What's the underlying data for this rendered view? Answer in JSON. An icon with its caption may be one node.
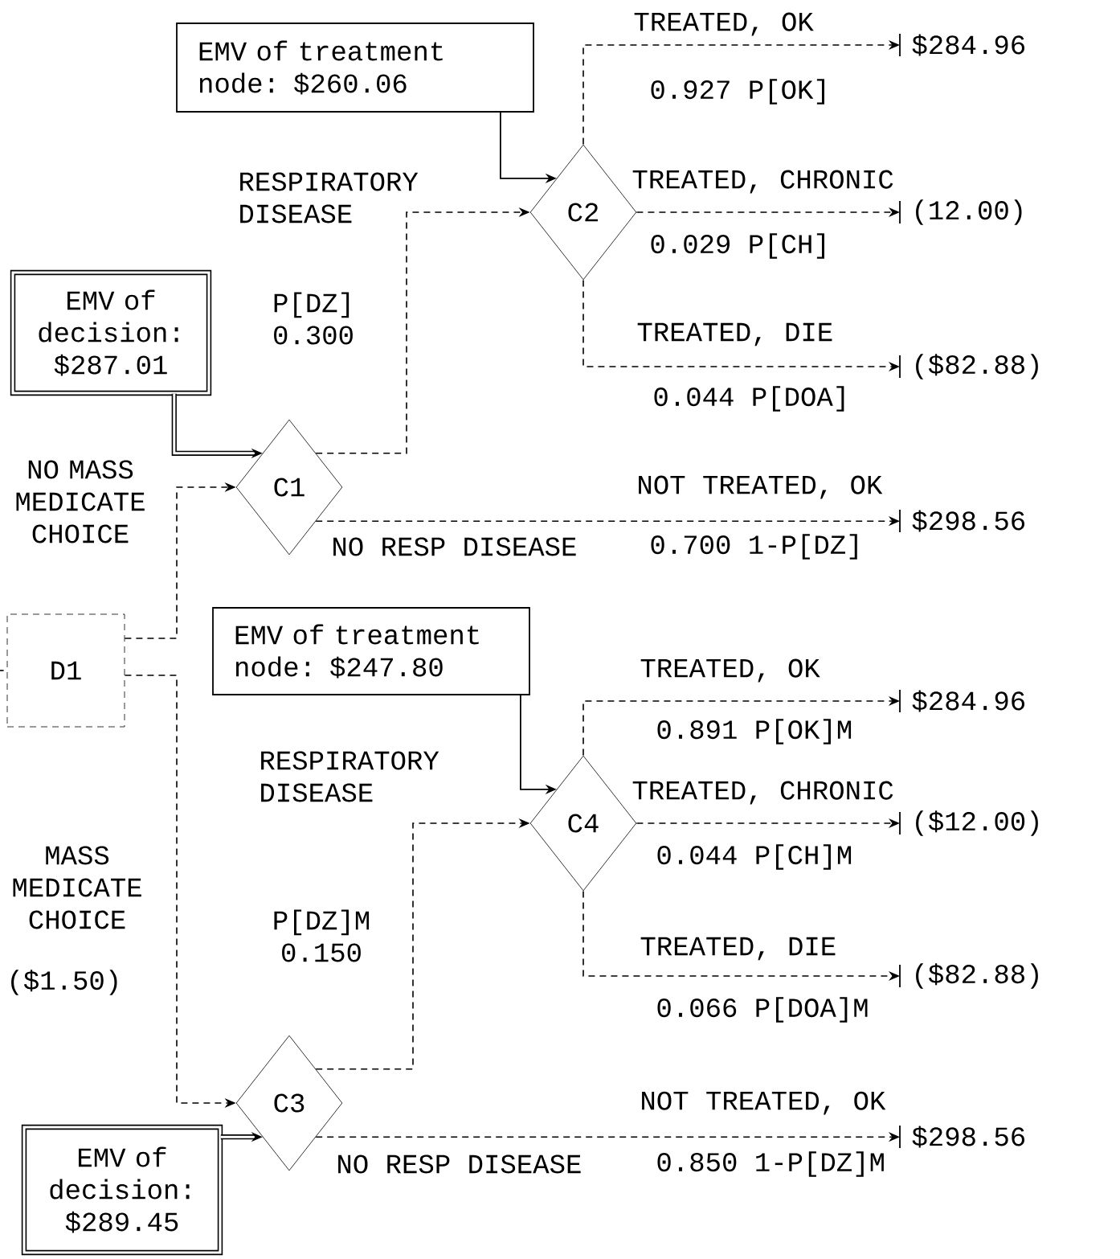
{
  "diagram": {
    "nodes": [
      {
        "text": [
          "EMV of treatment node: $260.06"
        ]
      },
      {
        "text": [
          "C2"
        ]
      },
      {
        "text": [
          "$284.96"
        ]
      },
      {
        "text": [
          "(12.00)"
        ]
      },
      {
        "text": [
          "($82.88)"
        ]
      },
      {
        "text": [
          "EMV of decision: $287.01"
        ]
      },
      {
        "text": [
          "C1"
        ]
      },
      {
        "text": [
          "$298.56"
        ]
      },
      {
        "text": [
          "D1"
        ]
      },
      {
        "text": [
          "EMV of treatment node: $247.80"
        ]
      },
      {
        "text": [
          "C4"
        ]
      },
      {
        "text": [
          "$284.96"
        ]
      },
      {
        "text": [
          "($12.00)"
        ]
      },
      {
        "text": [
          "($82.88)"
        ]
      },
      {
        "text": [
          "C3"
        ]
      },
      {
        "text": [
          "$298.56"
        ]
      },
      {
        "text": [
          "EMV of decision: $289.45"
        ]
      }
    ],
    "edges": [
      {
        "from": 0,
        "to": 1,
        "arrow": "to"
      },
      {
        "from": 1,
        "to": 2,
        "arrow": "to",
        "label": "TREATED, OK",
        "style": "dashed"
      },
      {
        "from": 1,
        "to": 3,
        "arrow": "to",
        "label": "TREATED, CHRONIC",
        "style": "dashed"
      },
      {
        "from": 1,
        "to": 4,
        "arrow": "to",
        "label": "TREATED, DIE",
        "style": "dashed"
      },
      {
        "from": 5,
        "to": 6,
        "arrow": "to",
        "style": "thick"
      },
      {
        "from": 6,
        "to": 1,
        "arrow": "to",
        "label": "RESPIRATORY DISEASE",
        "style": "dashed"
      },
      {
        "from": 6,
        "to": 7,
        "arrow": "to",
        "label": "NOT TREATED, OK",
        "style": "dashed"
      },
      {
        "from": null,
        "to": 8,
        "arrow": "none",
        "style": "dashed"
      },
      {
        "from": 8,
        "to": 6,
        "arrow": "to",
        "label": "NO MASS MEDICATE CHOICE",
        "style": "dashed"
      },
      {
        "from": 9,
        "to": 10,
        "arrow": "to"
      },
      {
        "from": 10,
        "to": 11,
        "arrow": "to",
        "label": "TREATED, OK",
        "style": "dashed"
      },
      {
        "from": 10,
        "to": 12,
        "arrow": "to",
        "label": "TREATED, CHRONIC",
        "style": "dashed"
      },
      {
        "from": 10,
        "to": 13,
        "arrow": "to",
        "label": "TREATED, DIE",
        "style": "dashed"
      },
      {
        "from": 8,
        "to": 14,
        "arrow": "to",
        "label": "MASS MEDICATE CHOICE",
        "style": "dashed"
      },
      {
        "from": 14,
        "to": 10,
        "arrow": "to",
        "label": "RESPIRATORY DISEASE",
        "style": "dashed"
      },
      {
        "from": 14,
        "to": 15,
        "arrow": "to",
        "label": "NOT TREATED, OK",
        "style": "dashed"
      },
      {
        "from": 16,
        "to": 14,
        "arrow": "to",
        "style": "thick"
      }
    ],
    "labels": [
      "0.927 P[OK]",
      "0.029 P[CH]",
      "0.044 P[DOA]",
      "P[DZ] 0.300",
      "NO RESP DISEASE",
      "0.700 1-P[DZ]",
      "0.891 P[OK]M",
      "0.044 P[CH]M",
      "0.066 P[DOA]M",
      "P[DZ]M 0.150",
      "($1.50)",
      "NO RESP DISEASE",
      "0.850 1-P[DZ]M"
    ]
  }
}
